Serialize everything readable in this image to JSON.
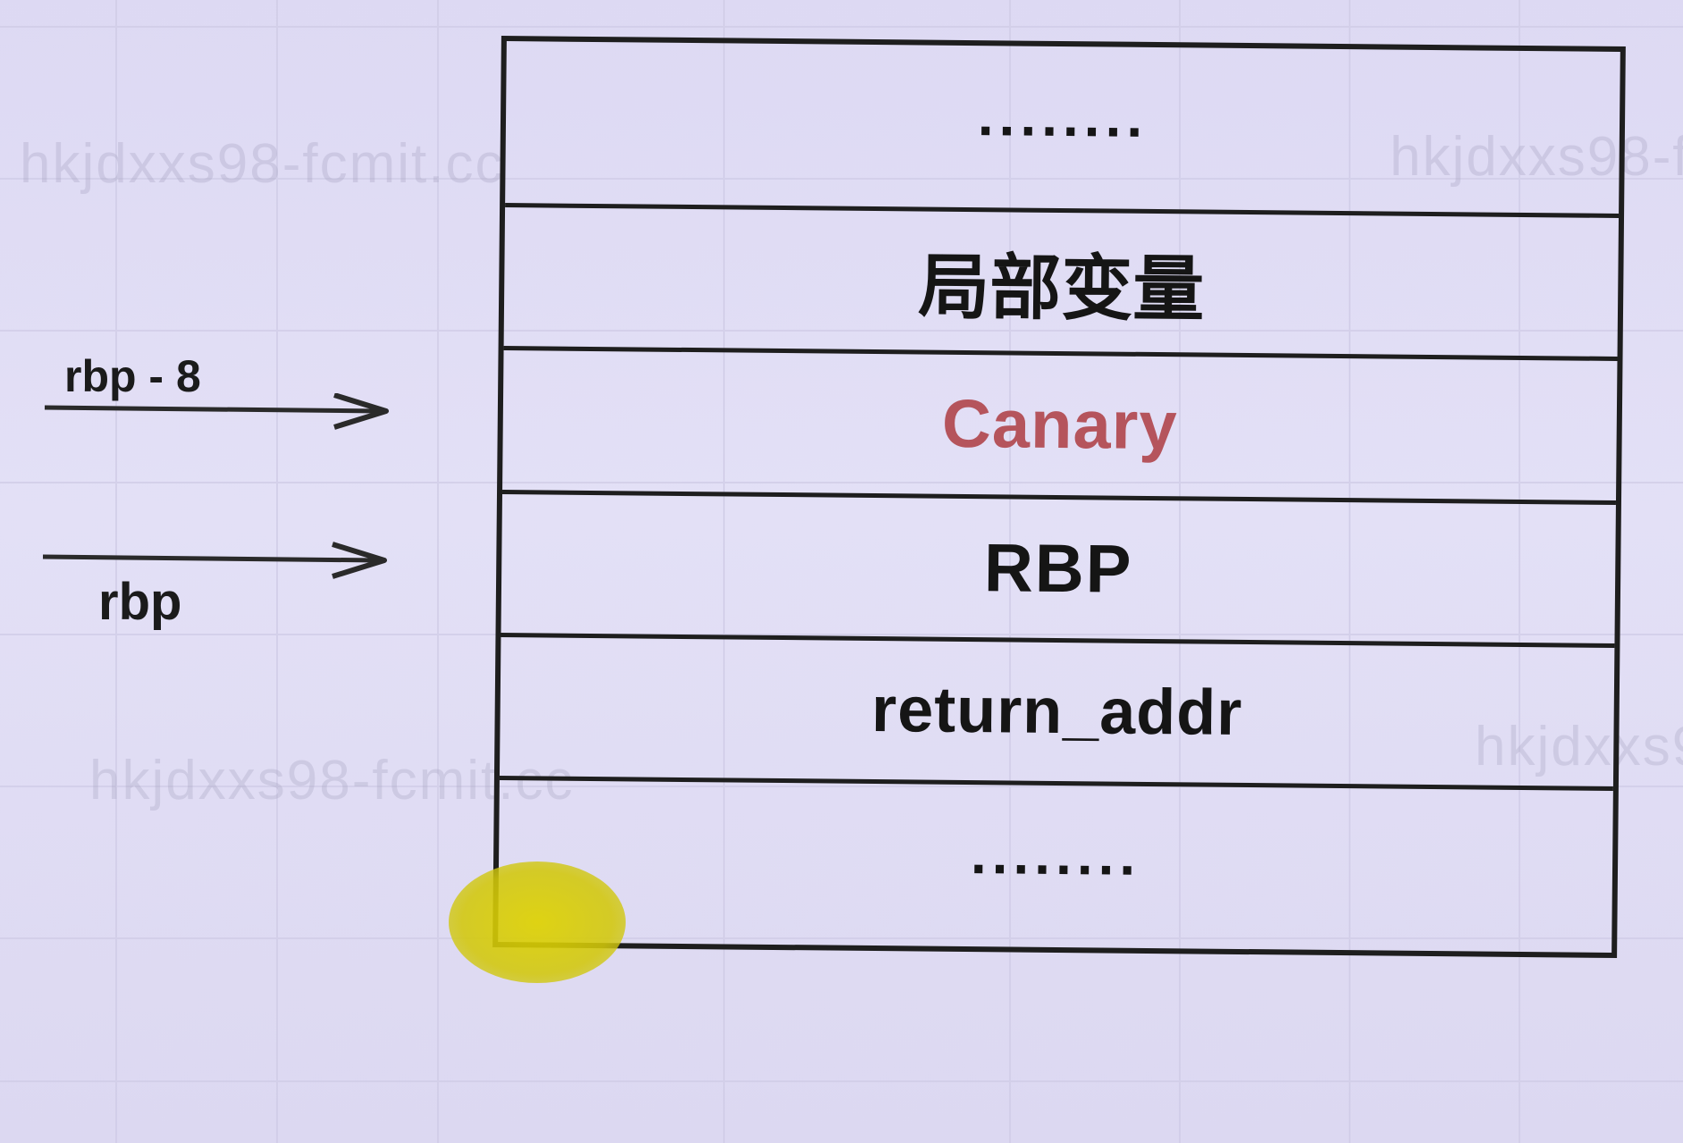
{
  "watermark": "hkjdxxs98-fcmit.cc",
  "stack": {
    "cells": [
      {
        "text": "........"
      },
      {
        "text": "局部变量"
      },
      {
        "text": "Canary"
      },
      {
        "text": "RBP"
      },
      {
        "text": "return_addr"
      },
      {
        "text": "........"
      }
    ]
  },
  "pointers": {
    "rbp_minus_8": "rbp - 8",
    "rbp": "rbp"
  },
  "colors": {
    "background": "#dfdcf4",
    "border": "#1e1e1e",
    "canary": "#b5545c",
    "pointer_dot": "#dcd100"
  }
}
